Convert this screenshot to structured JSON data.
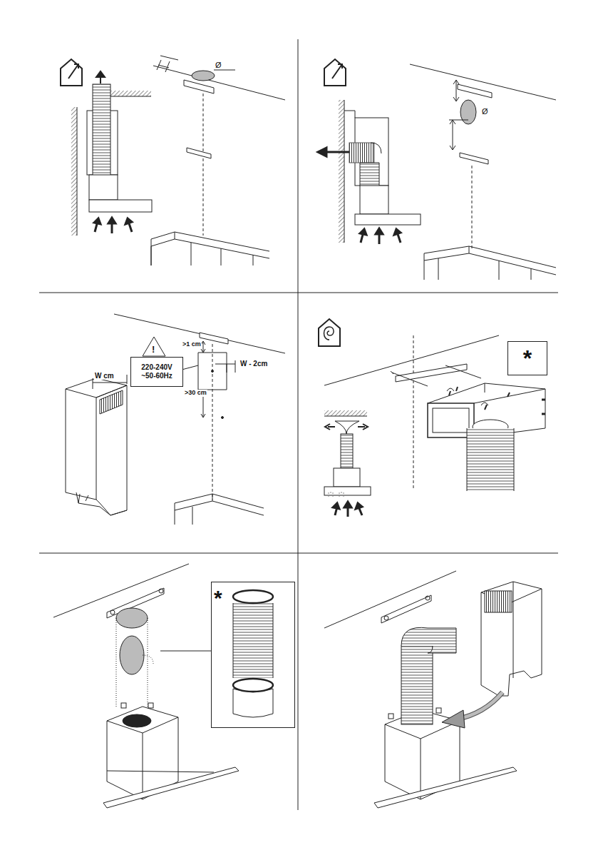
{
  "diagram": {
    "nodes": [
      {
        "text": [
          "220-240V ~50-60Hz"
        ]
      },
      {
        "text": [
          "*"
        ]
      },
      {
        "text": [
          "*"
        ]
      }
    ],
    "labels": [
      "Ø",
      "Ø",
      "!",
      ">1 cm",
      "W - 2cm",
      ">30 cm",
      "W cm"
    ]
  }
}
